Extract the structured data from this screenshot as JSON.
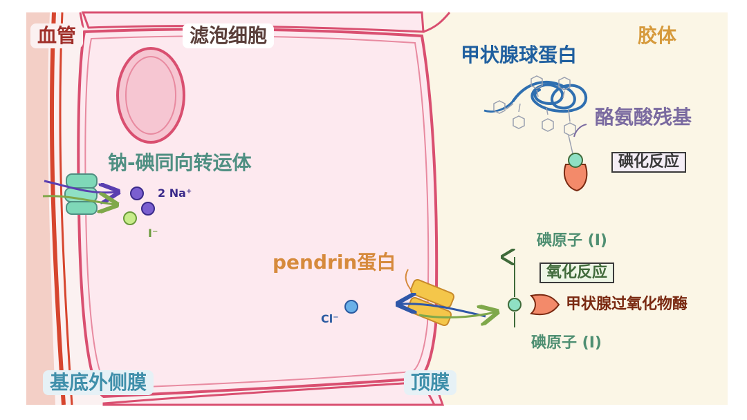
{
  "labels": {
    "blood_vessel": "血管",
    "follicular_cell": "滤泡细胞",
    "colloid": "胶体",
    "thyroglobulin": "甲状腺球蛋白",
    "tyrosine_residue": "酪氨酸残基",
    "iodination": "碘化反应",
    "nis": "钠-碘同向转运体",
    "na_ions": "2 Na⁺",
    "iodide_ion": "I⁻",
    "chloride_ion": "Cl⁻",
    "pendrin": "pendrin蛋白",
    "iodine_atom_top": "碘原子 (I)",
    "oxidation": "氧化反应",
    "tpo": "甲状腺过氧化物酶",
    "iodine_atom_bottom": "碘原子 (I)",
    "basolateral": "基底外侧膜",
    "apical": "顶膜"
  },
  "colors": {
    "blood_vessel": "#a0302a",
    "cell_text": "#5a3f3a",
    "colloid_text": "#d69a3c",
    "thyroglobulin": "#1f5f9f",
    "tyrosine": "#7a6aa0",
    "nis": "#4f8f82",
    "pendrin": "#d68a3c",
    "iodine": "#4f8f72",
    "tpo": "#7a2a12",
    "membrane_label": "#3f8faa",
    "membrane_pink": "#d94f70",
    "cell_fill": "#fde9ef",
    "colloid_fill": "#fbf6e6",
    "vessel_red": "#d6452e"
  },
  "icons": [
    "nis-transporter-icon",
    "pendrin-transporter-icon",
    "tpo-enzyme-icon",
    "thyroglobulin-icon",
    "up-arrow-icon"
  ]
}
